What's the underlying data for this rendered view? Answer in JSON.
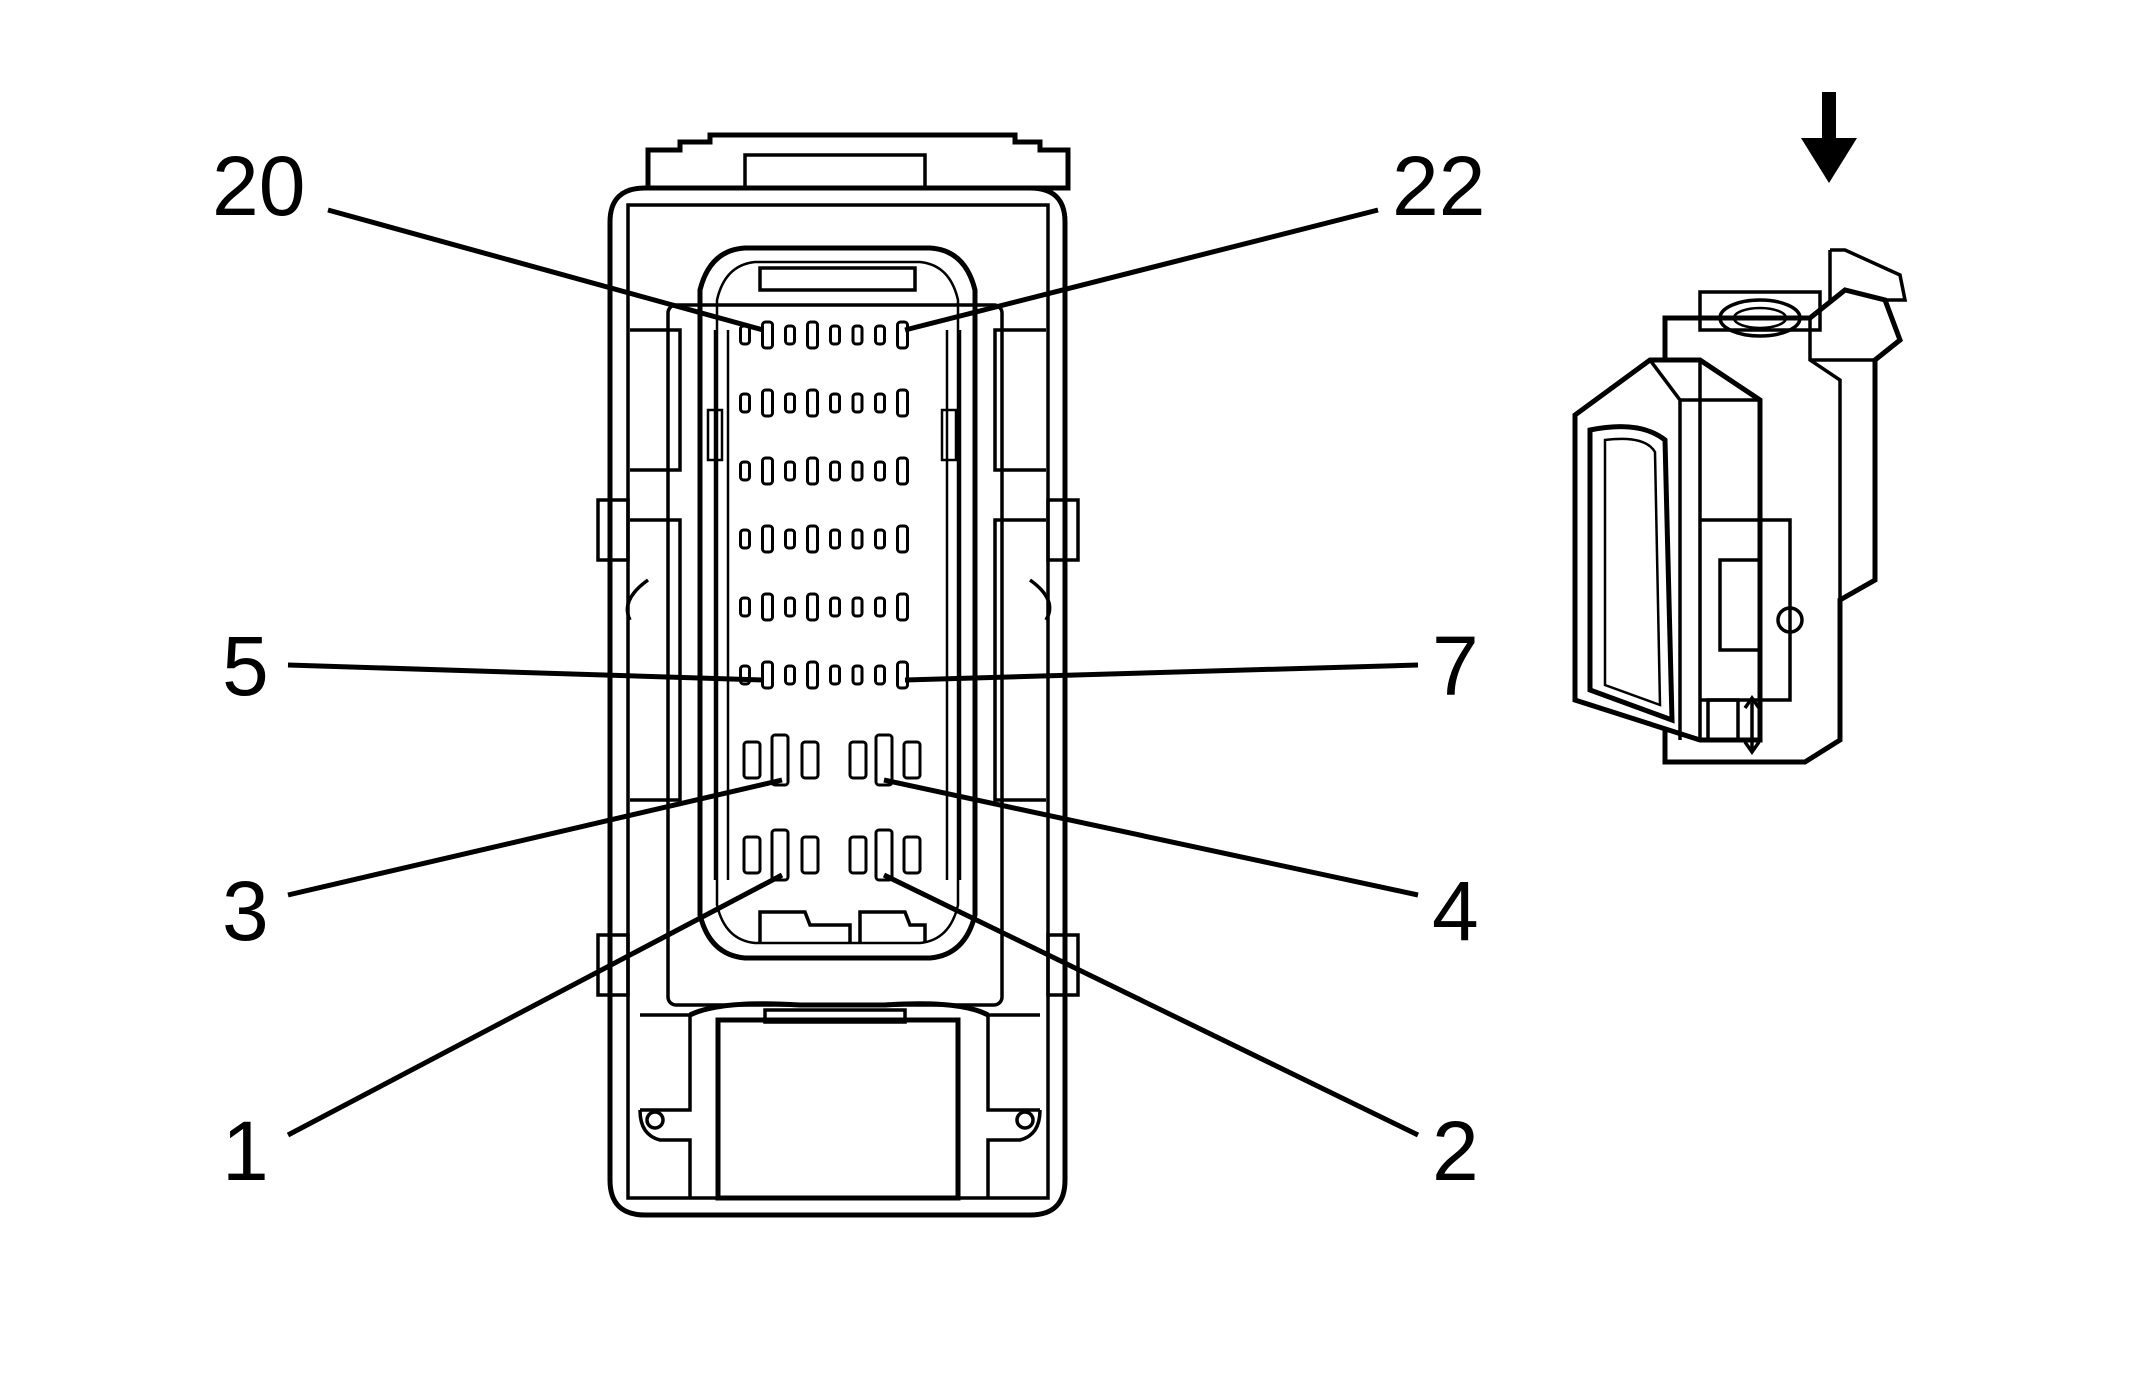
{
  "diagram": {
    "pin_labels": [
      {
        "id": "20",
        "text": "20"
      },
      {
        "id": "22",
        "text": "22"
      },
      {
        "id": "5",
        "text": "5"
      },
      {
        "id": "7",
        "text": "7"
      },
      {
        "id": "3",
        "text": "3"
      },
      {
        "id": "4",
        "text": "4"
      },
      {
        "id": "1",
        "text": "1"
      },
      {
        "id": "2",
        "text": "2"
      }
    ],
    "terminal_rows_small": 6,
    "terminals_per_small_row": 8,
    "terminal_rows_large": 2,
    "terminals_per_large_row": 6,
    "view_arrow": "arrow-down-icon"
  }
}
